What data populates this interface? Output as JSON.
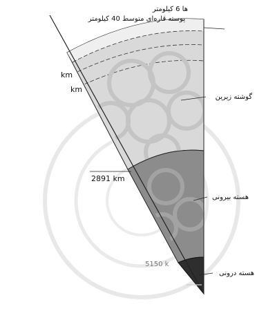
{
  "labels": {
    "top_right": "ها 6 کیلومتر",
    "crust_continental": "پوسته قاره‌ای متوسط 40 کیلومتر",
    "km_1": "km",
    "km_2": "km",
    "lower_mantle": "گوشته زیرین",
    "depth_2891": "2891 km",
    "outer_core": "هسته بیرونی",
    "depth_5150": "5150 k",
    "inner_core": "هسته درونی"
  },
  "colors": {
    "mantle_fill": "#d9d9d9",
    "upper_band": "#e7e7e7",
    "outer_core_fill": "#8c8c8c",
    "inner_core_fill": "#2e2e2e",
    "outline": "#222222",
    "watermark": "#d0d0d0"
  }
}
